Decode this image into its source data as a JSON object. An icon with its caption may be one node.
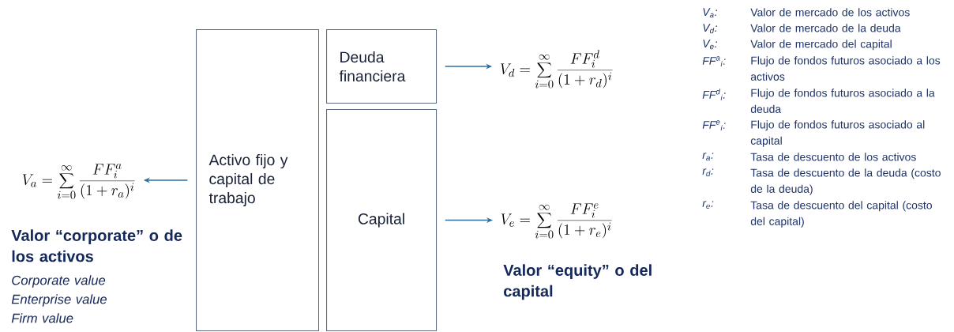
{
  "diagram": {
    "nodes": [
      {
        "text": [
          "Activo fijo y capital de trabajo"
        ]
      },
      {
        "text": [
          "Deuda financiera"
        ]
      },
      {
        "text": [
          "Capital"
        ]
      },
      {
        "text": [
          "V_a = \\sum_{i=0}^{\\infty} \\frac{FF_i^a}{(1+r_a)^i}"
        ]
      },
      {
        "text": [
          "V_d = \\sum_{i=0}^{\\infty} \\frac{FF_i^d}{(1+r_d)^i}"
        ]
      },
      {
        "text": [
          "V_e = \\sum_{i=0}^{\\infty} \\frac{FF_i^e}{(1+r_e)^i}"
        ]
      }
    ],
    "edges": [
      {
        "from": 0,
        "to": 3,
        "arrow": "to"
      },
      {
        "from": 1,
        "to": 4,
        "arrow": "to"
      },
      {
        "from": 2,
        "to": 5,
        "arrow": "to"
      }
    ],
    "labels": [
      "Valor “corporate” o de los activos",
      "Corporate value",
      "Enterprise value",
      "Firm value",
      "Valor “equity” o del capital",
      "V$_{a}$:",
      "Valor de mercado de los activos",
      "V$_{d}$:",
      "Valor de mercado de la deuda",
      "V$_{e}$:",
      "Valor de mercado del capital",
      "FF$^{a}$$_{i}$:",
      "Flujo de fondos futuros asociado a los activos",
      "FF$^{d}$$_{i}$:",
      "Flujo de fondos futuros asociado a la deuda",
      "FF$^{e}$$_{i}$:",
      "Flujo de fondos futuros asociado al capital",
      "r$_{a}$:",
      "Tasa de descuento de los activos",
      "r$_{d}$:",
      "Tasa de descuento de la deuda (costo de la deuda)",
      "r$_{e}$:",
      "Tasa de descuento del capital (costo del capital)"
    ]
  }
}
